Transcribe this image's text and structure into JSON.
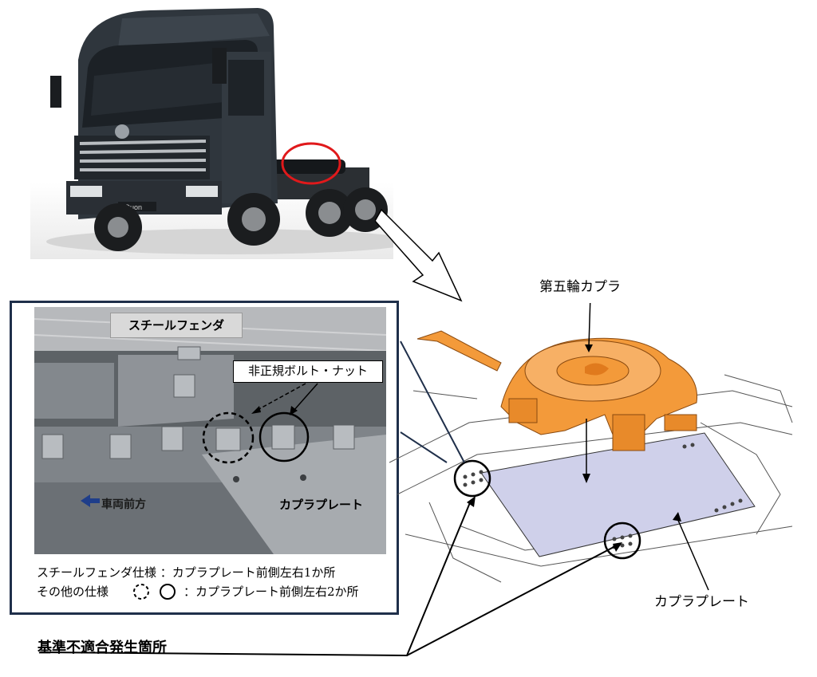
{
  "truck": {
    "badge": "Quon"
  },
  "detail": {
    "steel_fender_label": "スチールフェンダ",
    "nonstandard_bolt_label": "非正規ボルト・ナット",
    "vehicle_front_label": "車両前方",
    "coupler_plate_label": "カプラプレート",
    "legend_steel_fender": "スチールフェンダ仕様 ：カプラプレート前側左右1か所",
    "legend_other_prefix": "その他の仕様",
    "legend_other_suffix": "：カプラプレート前側左右2か所"
  },
  "diagram": {
    "fifth_wheel_label": "第五輪カプラ",
    "coupler_plate_label": "カプラプレート"
  },
  "defect_location_label": "基準不適合発生箇所",
  "colors": {
    "frame": "#1f2f4a",
    "coupler": "#f39a3a",
    "plate": "#cfd0ea",
    "highlight": "#e0191b"
  }
}
